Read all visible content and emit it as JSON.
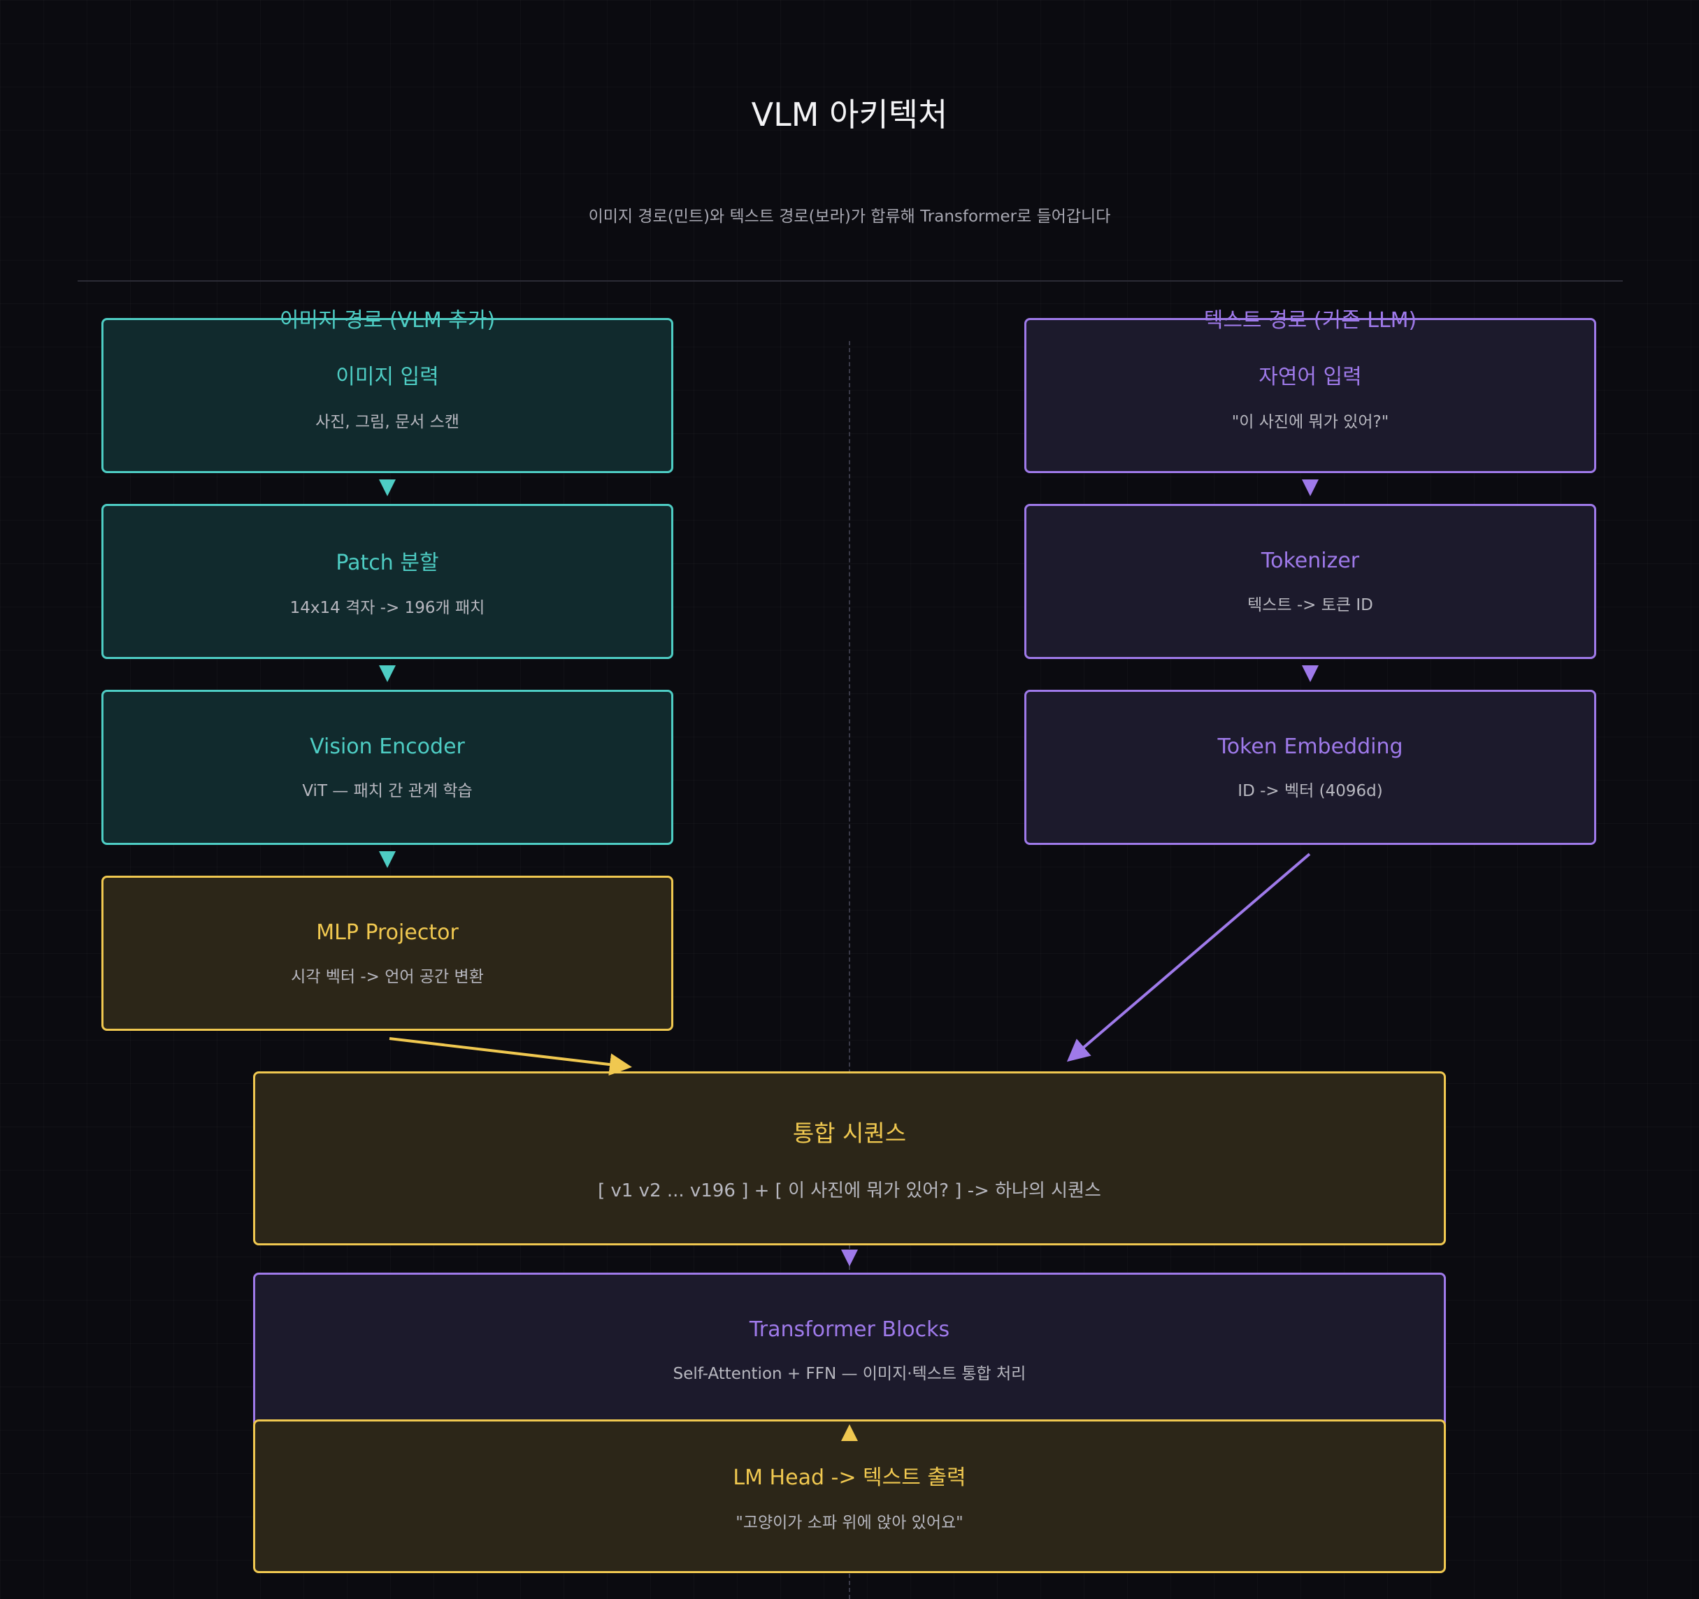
{
  "header": {
    "title": "VLM 아키텍처",
    "subtitle": "이미지 경로(민트)와 텍스트 경로(보라)가 합류해 Transformer로 들어갑니다"
  },
  "columns": {
    "image_label": "이미지 경로 (VLM 추가)",
    "text_label": "텍스트 경로 (기존 LLM)"
  },
  "image_path": [
    {
      "title": "이미지 입력",
      "desc": "사진, 그림, 문서 스캔"
    },
    {
      "title": "Patch 분할",
      "desc": "14x14 격자 -> 196개 패치"
    },
    {
      "title": "Vision Encoder",
      "desc": "ViT — 패치 간 관계 학습"
    },
    {
      "title": "MLP Projector",
      "desc": "시각 벡터 -> 언어 공간 변환"
    }
  ],
  "text_path": [
    {
      "title": "자연어 입력",
      "desc": "\"이 사진에 뭐가 있어?\""
    },
    {
      "title": "Tokenizer",
      "desc": "텍스트 -> 토큰 ID"
    },
    {
      "title": "Token Embedding",
      "desc": "ID -> 벡터 (4096d)"
    }
  ],
  "merged": {
    "title": "통합 시퀀스",
    "desc": "[ v1 v2 ... v196 ] + [ 이 사진에 뭐가 있어? ] -> 하나의 시퀀스"
  },
  "transformer": {
    "title": "Transformer Blocks",
    "desc": "Self-Attention + FFN — 이미지·텍스트 통합 처리"
  },
  "lm_head": {
    "title": "LM Head -> 텍스트 출력",
    "desc": "\"고양이가 소파 위에 앉아 있어요\""
  },
  "colors": {
    "mint": "#4ecdc4",
    "purple": "#9f7aea",
    "gold": "#f0c850",
    "background": "#0b0b10"
  }
}
